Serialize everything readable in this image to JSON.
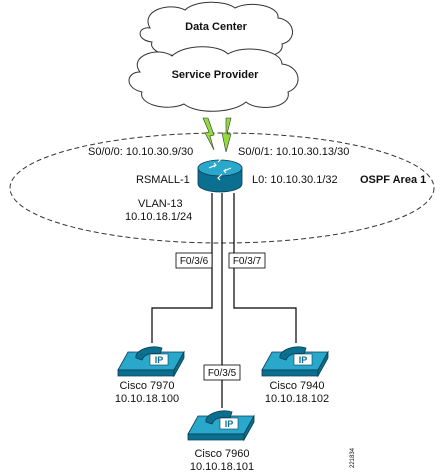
{
  "clouds": {
    "data_center": "Data Center",
    "service_provider": "Service Provider"
  },
  "router": {
    "name": "RSMALL-1",
    "s000": "S0/0/0: 10.10.30.9/30",
    "s001": "S0/0/1: 10.10.30.13/30",
    "loopback": "L0: 10.10.30.1/32",
    "vlan": "VLAN-13",
    "vlan_ip": "10.10.18.1/24"
  },
  "area": {
    "label": "OSPF Area 1"
  },
  "ports": {
    "left": "F0/3/6",
    "right": "F0/3/7",
    "center": "F0/3/5"
  },
  "phones": {
    "left": {
      "model": "Cisco 7970",
      "ip": "10.10.18.100",
      "badge": "IP"
    },
    "center": {
      "model": "Cisco 7960",
      "ip": "10.10.18.101",
      "badge": "IP"
    },
    "right": {
      "model": "Cisco 7940",
      "ip": "10.10.18.102",
      "badge": "IP"
    }
  },
  "figure_id": "221834",
  "colors": {
    "device_blue": "#2aa8cc",
    "device_dark": "#0b6f8f",
    "link_green": "#8fdc3c"
  }
}
